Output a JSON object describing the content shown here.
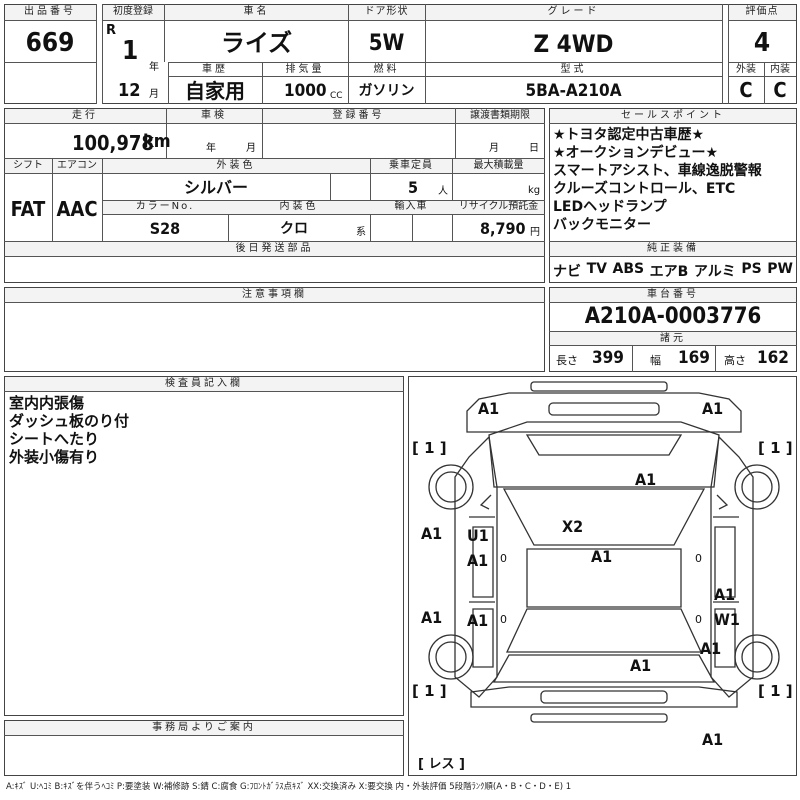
{
  "header": {
    "lot_no_label": "出品番号",
    "lot_no": "669",
    "first_reg_label": "初度登録",
    "era": "R",
    "year": "1",
    "year_unit": "年",
    "month": "12",
    "month_unit": "月",
    "car_name_label": "車名",
    "car_name": "ライズ",
    "history_label": "車歴",
    "history": "自家用",
    "displacement_label": "排気量",
    "displacement": "1000",
    "displacement_unit": "CC",
    "door_label": "ドア形状",
    "door": "5W",
    "fuel_label": "燃料",
    "fuel": "ガソリン",
    "grade_label": "グレード",
    "grade": "Z 4WD",
    "model_label": "型式",
    "model": "5BA-A210A",
    "score_label": "評価点",
    "score": "4",
    "ext_label": "外装",
    "ext": "C",
    "int_label": "内装",
    "int": "C"
  },
  "row2": {
    "mileage_label": "走行",
    "mileage": "100,978",
    "mileage_unit": "km",
    "inspection_label": "車検",
    "insp_year": "年",
    "insp_month": "月",
    "reg_no_label": "登録番号",
    "transfer_label": "譲渡書類期限",
    "transfer_month": "月",
    "transfer_day": "日",
    "shift_label": "シフト",
    "shift": "FAT",
    "ac_label": "エアコン",
    "ac": "AAC",
    "ext_color_label": "外装色",
    "ext_color": "シルバー",
    "capacity_label": "乗車定員",
    "capacity": "5",
    "capacity_unit": "人",
    "load_label": "最大積載量",
    "load_unit": "kg",
    "color_no_label": "カラーNo.",
    "color_no": "S28",
    "int_color_label": "内装色",
    "int_color": "クロ",
    "int_color_unit": "系",
    "import_label": "輸入車",
    "recycle_label": "リサイクル預託金",
    "recycle": "8,790",
    "recycle_unit": "円",
    "later_parts_label": "後日発送部品"
  },
  "sales_points": {
    "label": "セールスポイント",
    "lines": [
      "★トヨタ認定中古車歴★",
      "★オークションデビュー★",
      "スマートアシスト、車線逸脱警報",
      "クルーズコントロール、ETC",
      "LEDヘッドランプ",
      "バックモニター"
    ]
  },
  "equipment": {
    "label": "純正装備",
    "items": [
      "ナビ",
      "TV",
      "ABS",
      "エアB",
      "アルミ",
      "PS",
      "PW"
    ]
  },
  "caution_label": "注意事項欄",
  "chassis": {
    "label": "車台番号",
    "number": "A210A-0003776",
    "dims_label": "諸元",
    "length_label": "長さ",
    "length": "399",
    "width_label": "幅",
    "width": "169",
    "height_label": "高さ",
    "height": "162"
  },
  "inspector": {
    "label": "検査員記入欄",
    "notes": [
      "室内内張傷",
      "ダッシュ板のり付",
      "シートへたり",
      "外装小傷有り"
    ]
  },
  "office_label": "事務局よりご案内",
  "diagram": {
    "tire_marks": [
      "[ 1 ]",
      "[ 1 ]",
      "[ 1 ]",
      "[ 1 ]"
    ],
    "spare": "[ レス ]",
    "marks": [
      "A1",
      "A1",
      "A1",
      "A1",
      "U1",
      "A1",
      "X2",
      "A1",
      "A1",
      "A1",
      "W1",
      "A1",
      "A1",
      "A1",
      "A1"
    ],
    "zeros": [
      "0",
      "0",
      "0",
      "0"
    ]
  },
  "legend": "A:ｷｽﾞ U:ﾍｺﾐ B:ｷｽﾞを伴うﾍｺﾐ P:要塗装 W:補修跡 S:錆 C:腐食 G:ﾌﾛﾝﾄｶﾞﾗｽ点ｷｽﾞ XX:交換済み X:要交換 内・外装評価 5段階ﾗﾝｸ順(A・B・C・D・E) 1"
}
